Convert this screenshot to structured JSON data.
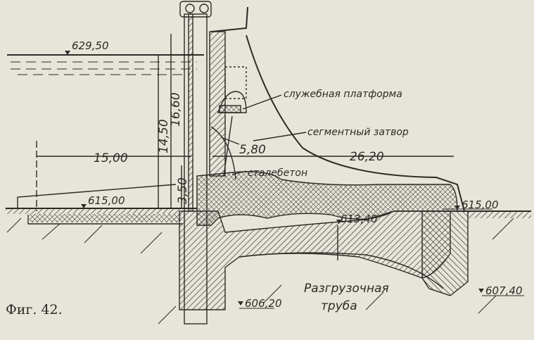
{
  "figure": {
    "caption": "Фиг. 42.",
    "elevations": {
      "headwater": "629,50",
      "upstream_apron": "615,00",
      "downstream_apron": "615,00",
      "stilling_floor": "613,40",
      "foundation_left": "606,20",
      "foundation_right": "607,40"
    },
    "dimensions": {
      "upstream_length": "15,00",
      "downstream_length": "26,20",
      "gate_height_total": "16,60",
      "head": "14,50",
      "sill": "3,50",
      "gate_radius": "5,80"
    },
    "annotations": {
      "service_platform": "служебная платформа",
      "segment_gate": "сегментный затвор",
      "steel_concrete": "сталебетон",
      "relief_pipe_line1": "Разгрузочная",
      "relief_pipe_line2": "труба"
    },
    "colors": {
      "paper": "#e7e4d9",
      "ink": "#2b2a27"
    }
  }
}
